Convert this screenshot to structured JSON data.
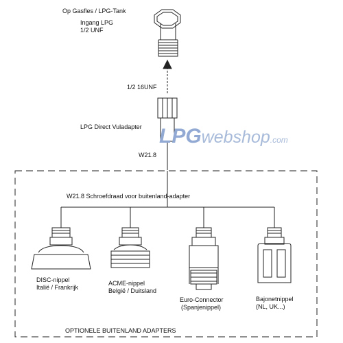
{
  "labels": {
    "source": "Op Gasfles / LPG-Tank",
    "inlet_line1": "Ingang LPG",
    "inlet_line2": "1/2 UNF",
    "thread": "1/2 16UNF",
    "adapter": "LPG Direct Vuladapter",
    "adapter_thread": "W21.8",
    "screw_thread": "W21.8 Schroefdraad voor buitenland-adapter",
    "box_title": "OPTIONELE BUITENLAND ADAPTERS"
  },
  "watermark": {
    "part1": "LPG",
    "part2": "webshop",
    "part3": ".com"
  },
  "adapters": [
    {
      "name": "DISC-nippel",
      "detail": "Italië / Frankrijk"
    },
    {
      "name": "ACME-nippel",
      "detail": "België / Duitsland"
    },
    {
      "name": "Euro-Connector",
      "detail": "(Spanjenippel)"
    },
    {
      "name": "Bajonetnippel",
      "detail": "(NL, UK...)"
    }
  ],
  "colors": {
    "line": "#222222",
    "watermark": "#9eb3d6",
    "background": "#ffffff"
  }
}
